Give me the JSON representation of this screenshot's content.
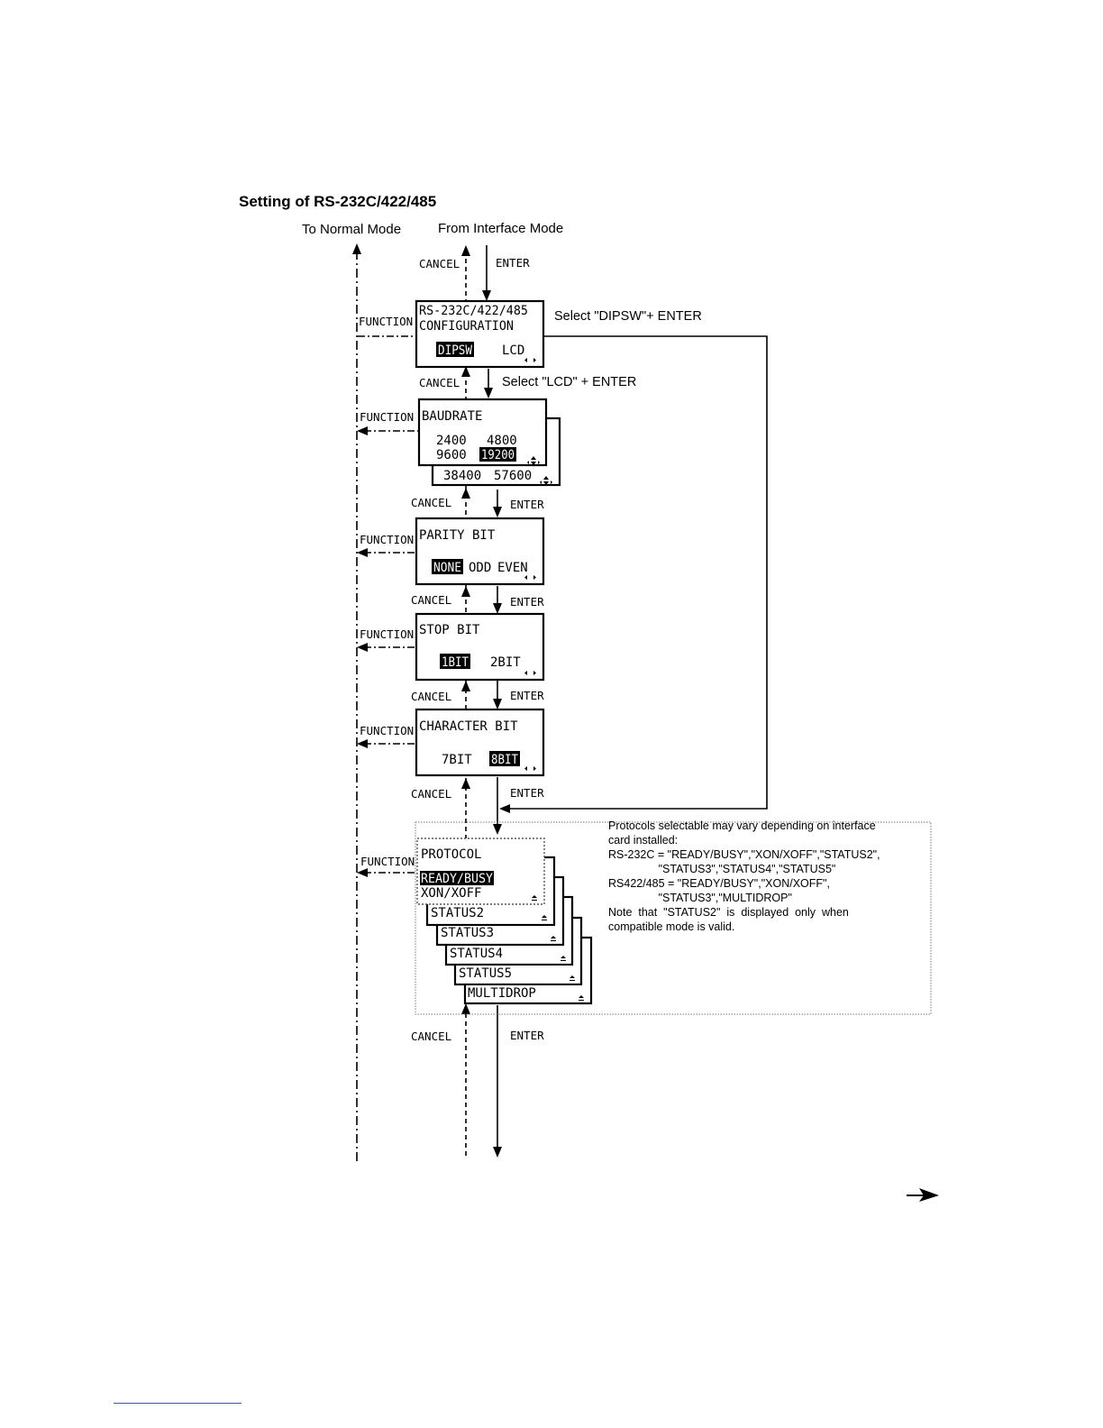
{
  "title": "Setting of RS-232C/422/485",
  "top_labels": {
    "to_normal": "To Normal Mode",
    "from_interface": "From Interface Mode"
  },
  "keys": {
    "cancel": "CANCEL",
    "enter": "ENTER",
    "function": "FUNCTION"
  },
  "annotations": {
    "select_dipsw": "Select \"DIPSW\"+ ENTER",
    "select_lcd": "Select \"LCD\" + ENTER"
  },
  "screens": {
    "config": {
      "line1": "RS-232C/422/485",
      "line2": "CONFIGURATION",
      "opt_selected": "DIPSW",
      "opt_other": "LCD"
    },
    "baudrate": {
      "title": "BAUDRATE",
      "r1a": "2400",
      "r1b": "4800",
      "r2a": "9600",
      "r2b_selected": "19200",
      "back_a": "38400",
      "back_b": "57600"
    },
    "parity": {
      "title": "PARITY BIT",
      "opt_selected": "NONE",
      "opt2": "ODD",
      "opt3": "EVEN"
    },
    "stop": {
      "title": "STOP BIT",
      "opt_selected": "1BIT",
      "opt2": "2BIT"
    },
    "character": {
      "title": "CHARACTER BIT",
      "opt1": "7BIT",
      "opt_selected": "8BIT"
    },
    "protocol": {
      "title": "PROTOCOL",
      "opt_selected": "READY/BUSY",
      "opt2": "XON/XOFF",
      "stack": [
        "STATUS2",
        "STATUS3",
        "STATUS4",
        "STATUS5",
        "MULTIDROP"
      ]
    }
  },
  "protocol_note": [
    "Protocols selectable may vary depending on interface",
    "card installed:",
    "RS-232C = \"READY/BUSY\",\"XON/XOFF\",\"STATUS2\",",
    "                \"STATUS3\",\"STATUS4\",\"STATUS5\"",
    "RS422/485 = \"READY/BUSY\",\"XON/XOFF\",",
    "                \"STATUS3\",\"MULTIDROP\"",
    "Note  that  \"STATUS2\"  is  displayed  only  when",
    "compatible mode is valid."
  ]
}
